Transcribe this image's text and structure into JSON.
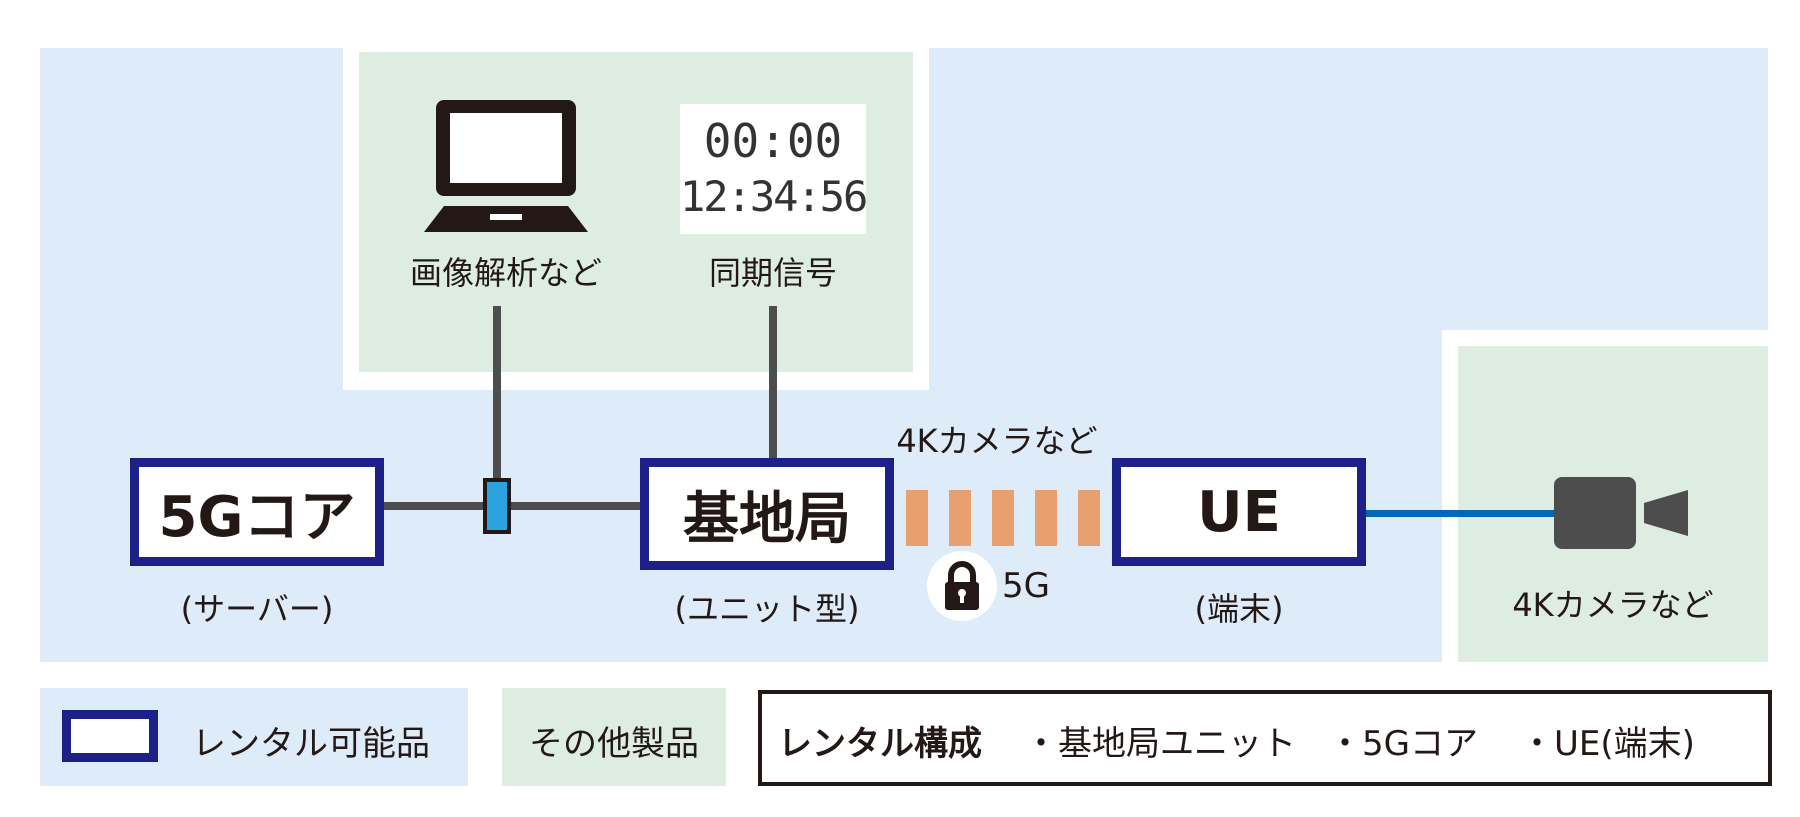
{
  "laptop": {
    "label": "画像解析など"
  },
  "clock": {
    "line1": "00:00",
    "line2": "12:34:56",
    "label": "同期信号"
  },
  "core": {
    "title": "5Gコア",
    "sub": "(サーバー)"
  },
  "station": {
    "title": "基地局",
    "sub": "(ユニット型)"
  },
  "ue": {
    "title": "UE",
    "sub": "(端末)"
  },
  "link": {
    "top_label": "4Kカメラなど",
    "band": "5G"
  },
  "camera": {
    "label": "4Kカメラなど"
  },
  "legend": {
    "rental": "レンタル可能品",
    "other": "その他製品",
    "config_title": "レンタル構成",
    "config_items": [
      "・基地局ユニット",
      "・5Gコア",
      "・UE(端末)"
    ]
  },
  "colors": {
    "blue_area": "#deebf8",
    "green_area": "#deede2",
    "node_border": "#1d2088",
    "wire": "#4d4d4d",
    "switch": "#2aa3df",
    "radio": "#e8a06e",
    "camera_link": "#0068b7"
  }
}
